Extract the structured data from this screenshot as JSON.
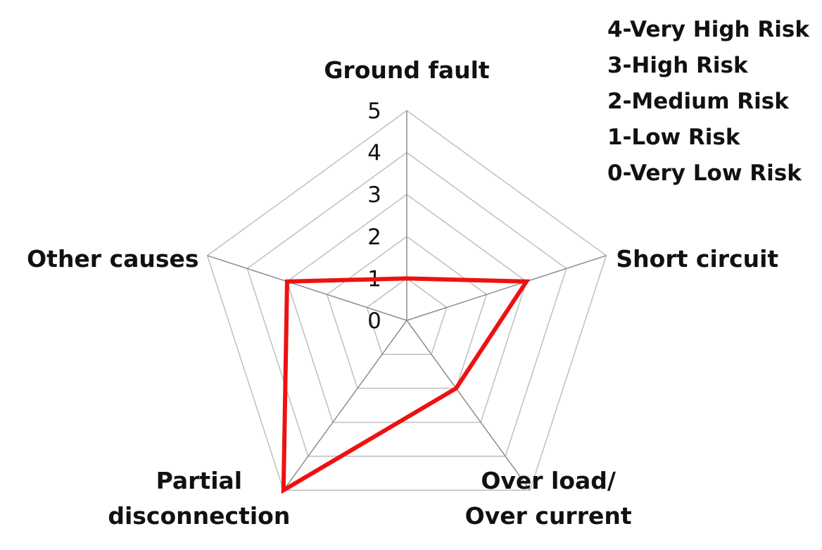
{
  "chart_data": {
    "type": "radar",
    "title": "",
    "categories": [
      "Ground fault",
      "Short circuit",
      "Over load/ Over current",
      "Partial disconnection",
      "Other causes"
    ],
    "category_label_lines": [
      [
        "Ground fault"
      ],
      [
        "Short circuit"
      ],
      [
        "Over load/",
        "Over current"
      ],
      [
        "Partial",
        "disconnection"
      ],
      [
        "Other causes"
      ]
    ],
    "series": [
      {
        "values": [
          1,
          3,
          2,
          5,
          3
        ]
      }
    ],
    "rlim": [
      0,
      5
    ],
    "ticks": [
      "0",
      "1",
      "2",
      "3",
      "4",
      "5"
    ],
    "legend_notes": [
      "4-Very High Risk",
      "3-High Risk",
      "2-Medium Risk",
      "1-Low Risk",
      "0-Very Low Risk"
    ],
    "grid": true,
    "colors": {
      "series": "#ee1111",
      "grid": "#bfbfbf",
      "spokes": "#8c8c8c",
      "text": "#111111"
    }
  }
}
